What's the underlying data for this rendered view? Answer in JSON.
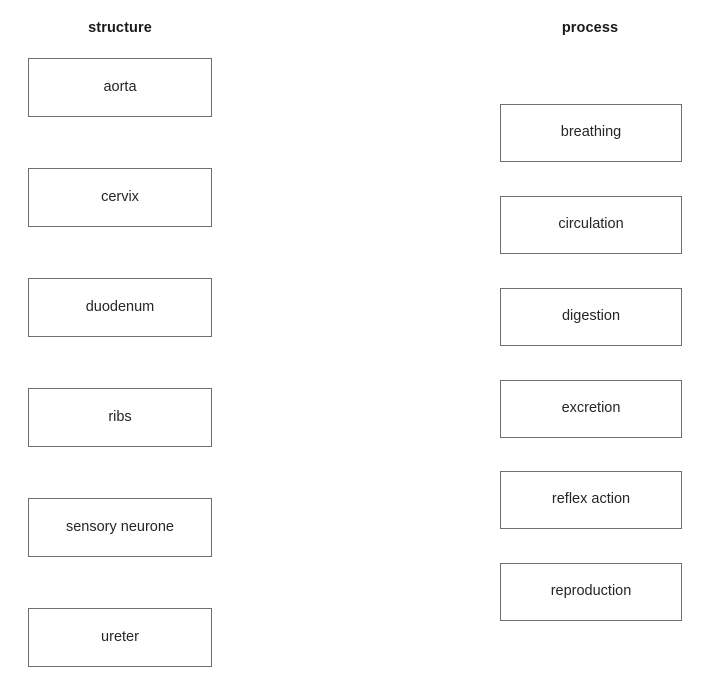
{
  "columns": {
    "left": {
      "heading": "structure",
      "items": [
        {
          "label": "aorta"
        },
        {
          "label": "cervix"
        },
        {
          "label": "duodenum"
        },
        {
          "label": "ribs"
        },
        {
          "label": "sensory neurone"
        },
        {
          "label": "ureter"
        }
      ]
    },
    "right": {
      "heading": "process",
      "items": [
        {
          "label": "breathing"
        },
        {
          "label": "circulation"
        },
        {
          "label": "digestion"
        },
        {
          "label": "excretion"
        },
        {
          "label": "reflex action"
        },
        {
          "label": "reproduction"
        }
      ]
    }
  },
  "colors": {
    "page_background": "#ffffff",
    "box_border": "#6e6e6e",
    "box_fill": "#ffffff",
    "heading_text": "#1a1a1a",
    "label_text": "#262626"
  }
}
